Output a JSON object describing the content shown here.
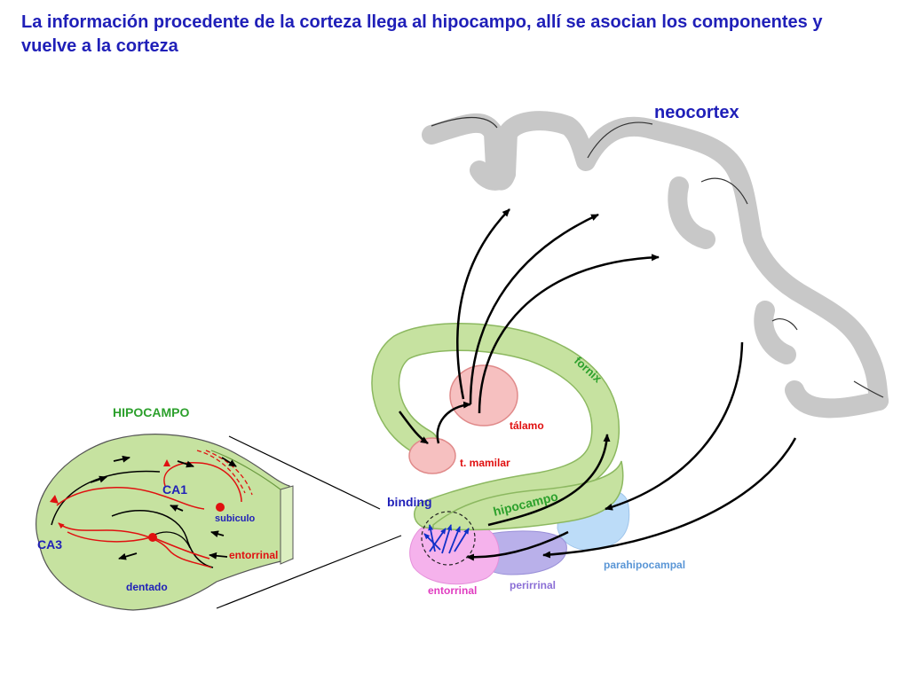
{
  "title": "La información procedente de la corteza llega al hipocampo, allí se asocian los componentes y vuelve a la corteza",
  "labels": {
    "neocortex": "neocortex",
    "fornix": "fornix",
    "talamo": "tálamo",
    "t_mamilar": "t. mamilar",
    "binding": "binding",
    "hipocampo": "hipocampo",
    "parahipocampal": "parahipocampal",
    "perirrinal": "perirrinal",
    "entorrinal": "entorrinal"
  },
  "inset": {
    "title": "HIPOCAMPO",
    "ca1": "CA1",
    "ca3": "CA3",
    "subiculo": "subiculo",
    "entorrinal": "entorrinal",
    "dentado": "dentado"
  },
  "colors": {
    "title": "#1f1fb8",
    "cortex": "#c8c8c8",
    "green_fill": "#c6e2a0",
    "green_stroke": "#8cb860",
    "green_label": "#2ca02c",
    "pink_fill": "#f6c0c0",
    "pink_stroke": "#e08a8a",
    "red_label": "#e01010",
    "magenta_fill": "#f5b2ec",
    "magenta_label": "#e03cc0",
    "violet_fill": "#b9b0ea",
    "violet_label": "#8b6fd6",
    "blue_fill": "#bcdcf8",
    "blue_label": "#5a96d6",
    "binding_arrows": "#1030c8"
  }
}
